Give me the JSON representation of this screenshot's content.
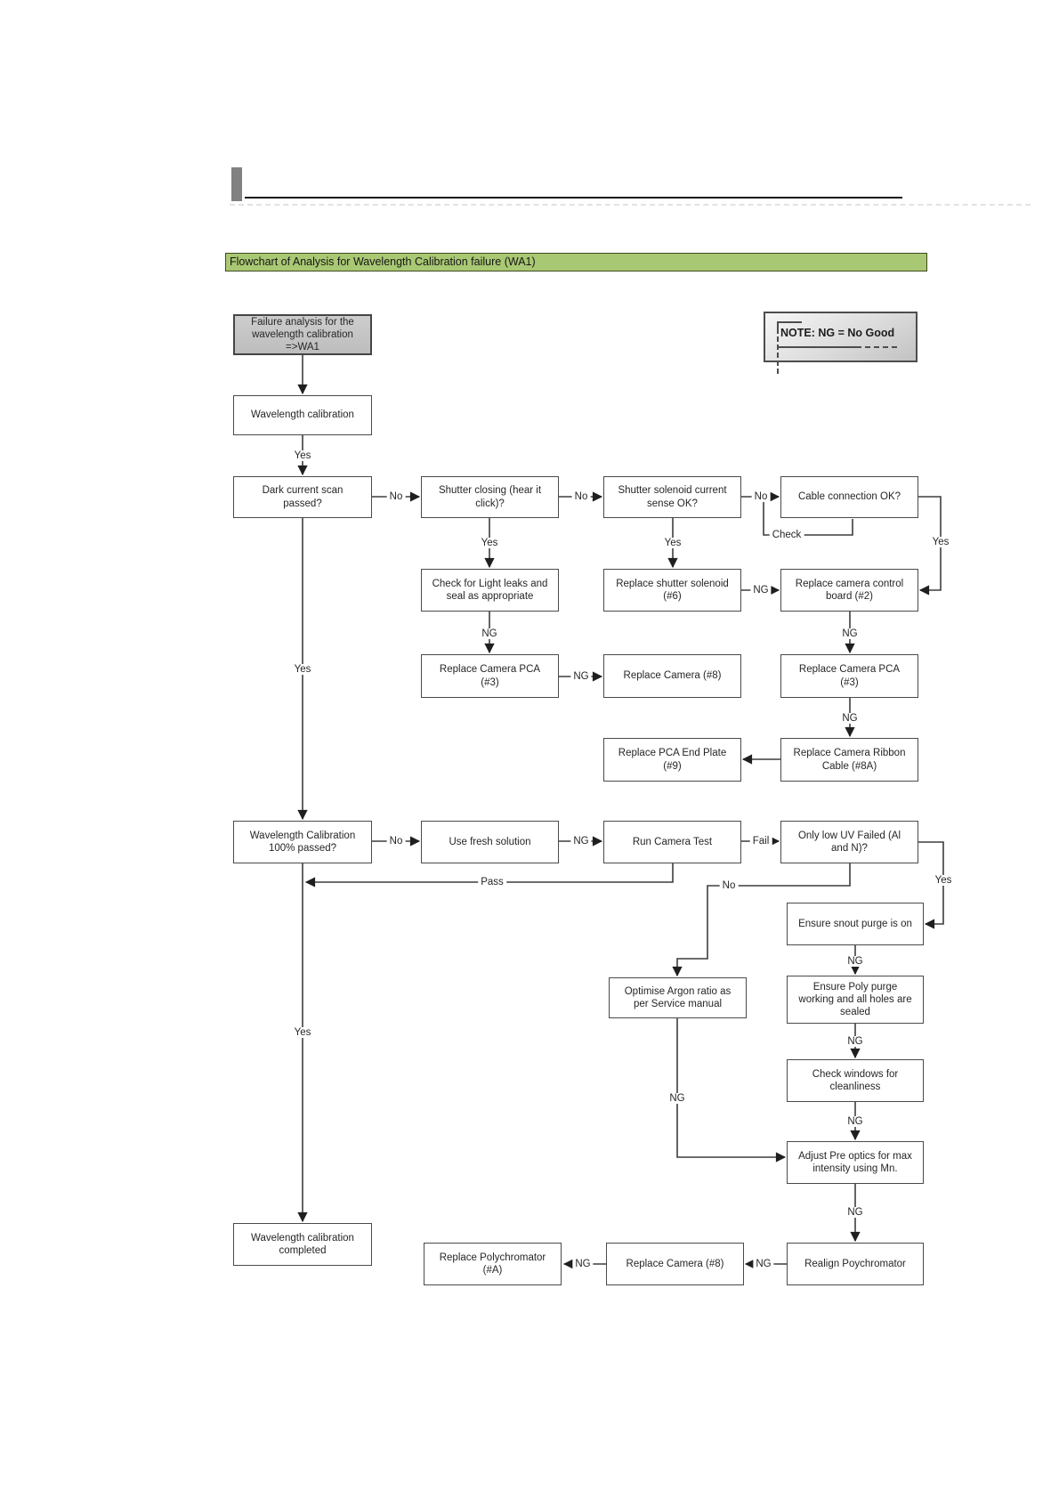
{
  "title_bar": {
    "label": "Flowchart of Analysis for Wavelength Calibration failure (WA1)",
    "bg_color": "#a9c873"
  },
  "note_box": {
    "label": "NOTE: NG = No Good"
  },
  "flowchart": {
    "nodes": [
      {
        "id": "start",
        "variant": "gray",
        "label": "Failure analysis for the\nwavelength calibration\n=>WA1"
      },
      {
        "id": "wl-cal",
        "variant": "plain",
        "label": "Wavelength calibration"
      },
      {
        "id": "dark-scan",
        "variant": "plain",
        "label": "Dark current scan\npassed?"
      },
      {
        "id": "shutter-closing",
        "variant": "plain",
        "label": "Shutter closing (hear it\nclick)?"
      },
      {
        "id": "solenoid-sense",
        "variant": "plain",
        "label": "Shutter solenoid current\nsense OK?"
      },
      {
        "id": "cable-ok",
        "variant": "plain",
        "label": "Cable connection OK?"
      },
      {
        "id": "light-leaks",
        "variant": "plain",
        "label": "Check for Light leaks and\nseal as appropriate"
      },
      {
        "id": "replace-solenoid",
        "variant": "plain",
        "label": "Replace shutter solenoid\n(#6)"
      },
      {
        "id": "camera-ctrl-board",
        "variant": "plain",
        "label": "Replace camera control\nboard (#2)"
      },
      {
        "id": "pca3-left",
        "variant": "plain",
        "label": "Replace Camera PCA\n(#3)"
      },
      {
        "id": "camera8-mid",
        "variant": "plain",
        "label": "Replace Camera (#8)"
      },
      {
        "id": "pca3-right",
        "variant": "plain",
        "label": "Replace Camera PCA\n(#3)"
      },
      {
        "id": "end-plate",
        "variant": "plain",
        "label": "Replace PCA End Plate\n(#9)"
      },
      {
        "id": "ribbon-cable",
        "variant": "plain",
        "label": "Replace Camera Ribbon\nCable (#8A)"
      },
      {
        "id": "wc100",
        "variant": "plain",
        "label": "Wavelength Calibration\n100% passed?"
      },
      {
        "id": "fresh-solution",
        "variant": "plain",
        "label": "Use fresh solution"
      },
      {
        "id": "camera-test",
        "variant": "plain",
        "label": "Run Camera Test"
      },
      {
        "id": "low-uv",
        "variant": "plain",
        "label": "Only low UV Failed (Al\nand N)?"
      },
      {
        "id": "snout-purge",
        "variant": "plain",
        "label": "Ensure snout purge is on"
      },
      {
        "id": "argon",
        "variant": "plain",
        "label": "Optimise Argon ratio as\nper Service manual"
      },
      {
        "id": "poly-purge",
        "variant": "plain",
        "label": "Ensure Poly purge\nworking and all holes are\nsealed"
      },
      {
        "id": "windows",
        "variant": "plain",
        "label": "Check windows for\ncleanliness"
      },
      {
        "id": "pre-optics",
        "variant": "plain",
        "label": "Adjust Pre optics for max\nintensity using Mn."
      },
      {
        "id": "completed",
        "variant": "plain",
        "label": "Wavelength calibration\ncompleted"
      },
      {
        "id": "replace-poly-a",
        "variant": "plain",
        "label": "Replace Polychromator\n(#A)"
      },
      {
        "id": "camera8-bottom",
        "variant": "plain",
        "label": "Replace Camera (#8)"
      },
      {
        "id": "realign-poly",
        "variant": "plain",
        "label": "Realign Poychromator"
      }
    ],
    "edge_labels": [
      {
        "id": "yes-1",
        "text": "Yes"
      },
      {
        "id": "no-1",
        "text": "No"
      },
      {
        "id": "no-2",
        "text": "No"
      },
      {
        "id": "no-3",
        "text": "No"
      },
      {
        "id": "yes-2",
        "text": "Yes"
      },
      {
        "id": "yes-3",
        "text": "Yes"
      },
      {
        "id": "check",
        "text": "Check"
      },
      {
        "id": "yes-4",
        "text": "Yes"
      },
      {
        "id": "ng-1",
        "text": "NG"
      },
      {
        "id": "ng-2",
        "text": "NG"
      },
      {
        "id": "ng-3",
        "text": "NG"
      },
      {
        "id": "ng-4",
        "text": "NG"
      },
      {
        "id": "ng-5",
        "text": "NG"
      },
      {
        "id": "yes-5",
        "text": "Yes"
      },
      {
        "id": "no-4",
        "text": "No"
      },
      {
        "id": "ng-6",
        "text": "NG"
      },
      {
        "id": "fail",
        "text": "Fail"
      },
      {
        "id": "pass",
        "text": "Pass"
      },
      {
        "id": "yes-6",
        "text": "Yes"
      },
      {
        "id": "no-5",
        "text": "No"
      },
      {
        "id": "yes-7",
        "text": "Yes"
      },
      {
        "id": "ng-7",
        "text": "NG"
      },
      {
        "id": "ng-8",
        "text": "NG"
      },
      {
        "id": "ng-9",
        "text": "NG"
      },
      {
        "id": "ng-10",
        "text": "NG"
      },
      {
        "id": "ng-11",
        "text": "NG"
      },
      {
        "id": "ng-12",
        "text": "NG"
      },
      {
        "id": "ng-13",
        "text": "NG"
      }
    ]
  },
  "colors": {
    "line": "#3d3d3d",
    "node_border": "#4a4a4a",
    "start_node_bg": "#c6c6c6",
    "title_bg": "#a9c873"
  }
}
